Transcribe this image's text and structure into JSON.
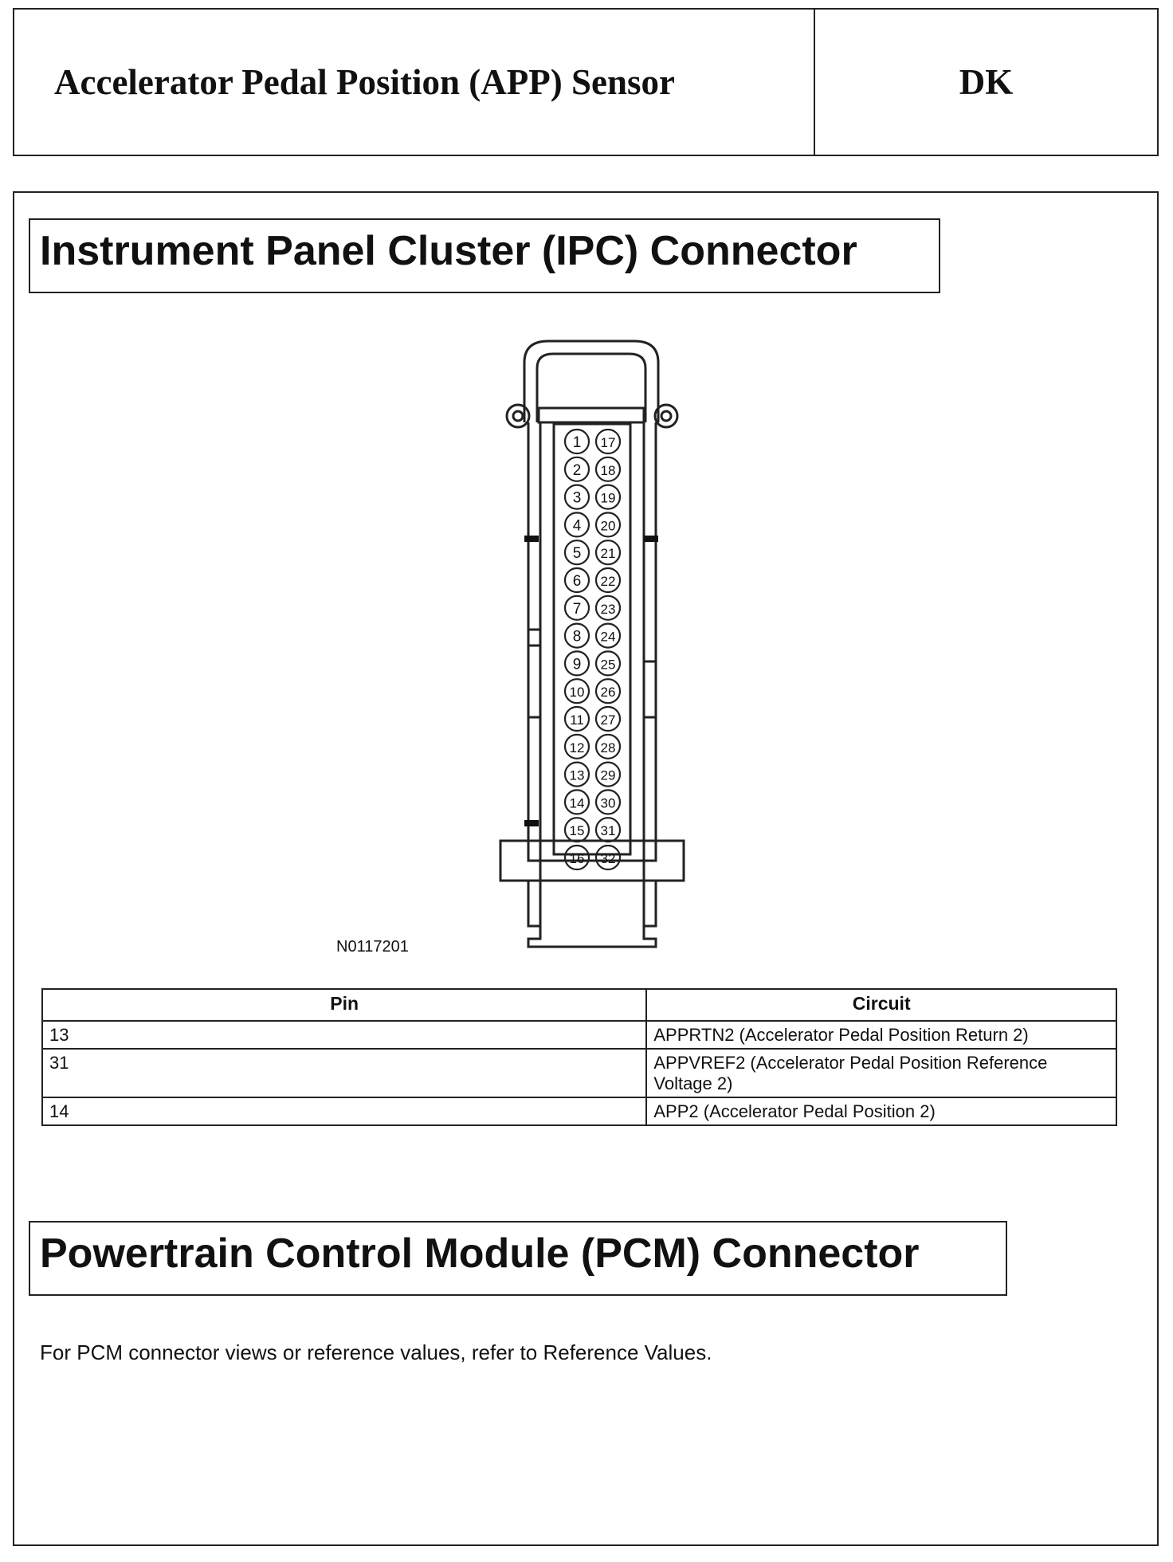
{
  "header": {
    "title": "Accelerator Pedal Position (APP) Sensor",
    "code": "DK"
  },
  "ipc": {
    "heading": "Instrument Panel Cluster (IPC) Connector",
    "figure_id": "N0117201",
    "pins_left": [
      "1",
      "2",
      "3",
      "4",
      "5",
      "6",
      "7",
      "8",
      "9",
      "10",
      "11",
      "12",
      "13",
      "14",
      "15",
      "16"
    ],
    "pins_right": [
      "17",
      "18",
      "19",
      "20",
      "21",
      "22",
      "23",
      "24",
      "25",
      "26",
      "27",
      "28",
      "29",
      "30",
      "31",
      "32"
    ],
    "table": {
      "headers": [
        "Pin",
        "Circuit"
      ],
      "rows": [
        [
          "13",
          "APPRTN2 (Accelerator Pedal Position Return 2)"
        ],
        [
          "31",
          "APPVREF2 (Accelerator Pedal Position Reference Voltage 2)"
        ],
        [
          "14",
          "APP2 (Accelerator Pedal Position 2)"
        ]
      ]
    }
  },
  "pcm": {
    "heading": "Powertrain Control Module (PCM) Connector",
    "note": "For PCM connector views or reference values, refer to Reference Values."
  }
}
